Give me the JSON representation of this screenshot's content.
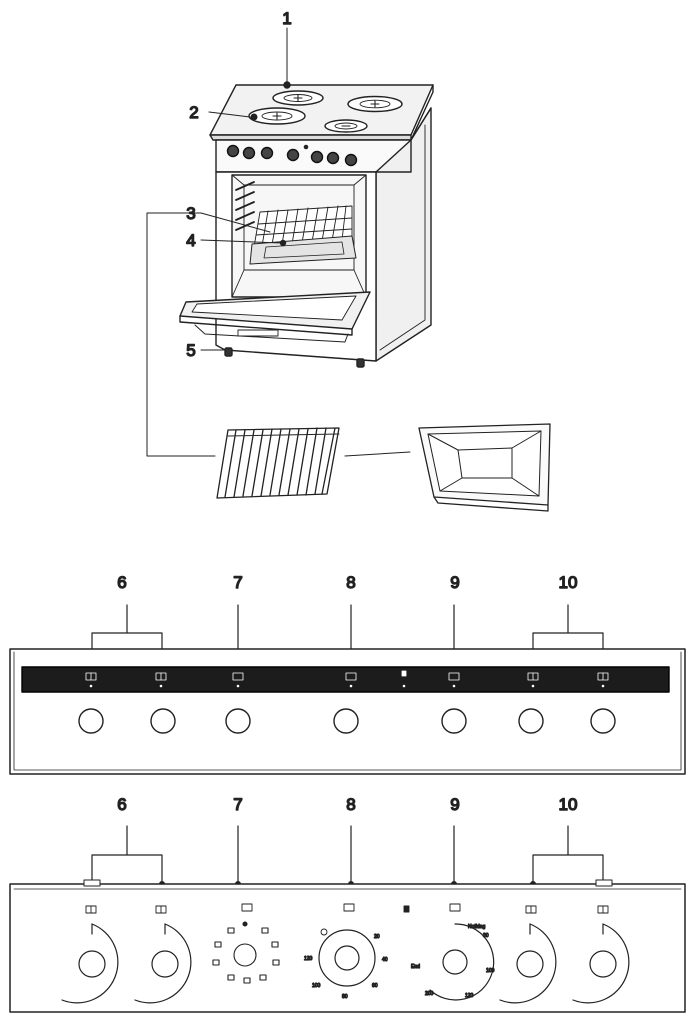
{
  "figure": {
    "callouts": {
      "c1": "1",
      "c2": "2",
      "c3": "3",
      "c4": "4",
      "c5": "5",
      "p1_c6": "6",
      "p1_c7": "7",
      "p1_c8": "8",
      "p1_c9": "9",
      "p1_c10": "10",
      "p2_c6": "6",
      "p2_c7": "7",
      "p2_c8": "8",
      "p2_c9": "9",
      "p2_c10": "10"
    },
    "thermostat_scale": {
      "t1": "20",
      "t2": "40",
      "t3": "60",
      "t4": "80",
      "t5": "100",
      "t6": "120"
    },
    "timer_scale": {
      "label_nothing": "Nothing",
      "label_end": "End",
      "m1": "30",
      "m2": "100",
      "m3": "120",
      "m4": "200"
    }
  }
}
